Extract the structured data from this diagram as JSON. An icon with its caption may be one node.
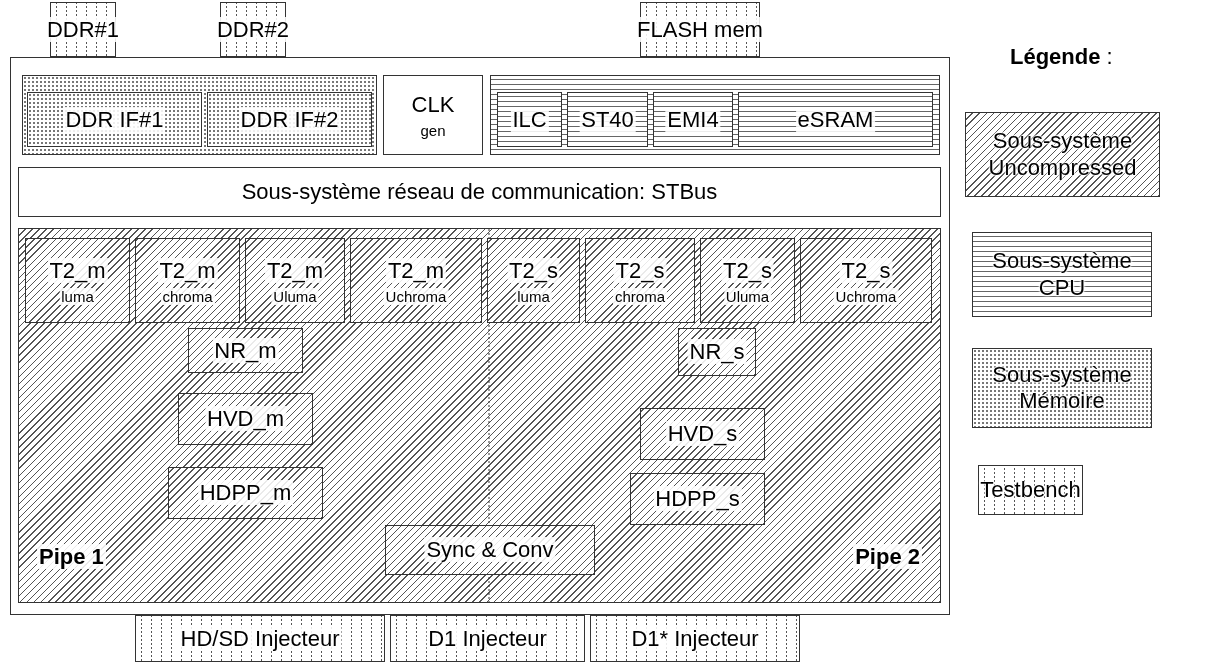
{
  "diagram": {
    "nodes": [
      {
        "text": [
          "DDR#1"
        ]
      },
      {
        "text": [
          "DDR#2"
        ]
      },
      {
        "text": [
          "FLASH mem"
        ]
      },
      {
        "text": [],
        "shape": "box"
      },
      {
        "text": [],
        "shape": "box",
        "in": 3
      },
      {
        "text": [
          "DDR IF#1"
        ],
        "in": 4
      },
      {
        "text": [
          "DDR IF#2"
        ],
        "in": 4
      },
      {
        "text": [
          "CLK",
          "gen"
        ],
        "in": 3
      },
      {
        "text": [],
        "shape": "box",
        "in": 3
      },
      {
        "text": [
          "ILC"
        ],
        "in": 8
      },
      {
        "text": [
          "ST40"
        ],
        "in": 8
      },
      {
        "text": [
          "EMI4"
        ],
        "in": 8
      },
      {
        "text": [
          "eSRAM"
        ],
        "in": 8
      },
      {
        "text": [
          "Sous-système réseau de communication: STBus"
        ],
        "in": 3
      },
      {
        "text": [
          "Pipe 1",
          "Pipe 2"
        ],
        "in": 3
      },
      {
        "text": [
          "T2_m",
          "luma"
        ],
        "in": 14
      },
      {
        "text": [
          "T2_m",
          "chroma"
        ],
        "in": 14
      },
      {
        "text": [
          "T2_m",
          "Uluma"
        ],
        "in": 14
      },
      {
        "text": [
          "T2_m",
          "Uchroma"
        ],
        "in": 14
      },
      {
        "text": [
          "T2_s",
          "luma"
        ],
        "in": 14
      },
      {
        "text": [
          "T2_s",
          "chroma"
        ],
        "in": 14
      },
      {
        "text": [
          "T2_s",
          "Uluma"
        ],
        "in": 14
      },
      {
        "text": [
          "T2_s",
          "Uchroma"
        ],
        "in": 14
      },
      {
        "text": [
          "NR_m"
        ],
        "in": 14
      },
      {
        "text": [
          "NR_s"
        ],
        "in": 14
      },
      {
        "text": [
          "HVD_m"
        ],
        "in": 14
      },
      {
        "text": [
          "HVD_s"
        ],
        "in": 14
      },
      {
        "text": [
          "HDPP_m"
        ],
        "in": 14
      },
      {
        "text": [
          "HDPP_s"
        ],
        "in": 14
      },
      {
        "text": [
          "Sync & Conv"
        ],
        "in": 14
      },
      {
        "text": [
          "HD/SD Injecteur"
        ]
      },
      {
        "text": [
          "D1 Injecteur"
        ]
      },
      {
        "text": [
          "D1* Injecteur"
        ]
      }
    ],
    "labels": [
      "**Légende** :"
    ],
    "legend": [
      {
        "text": "Sous-système Uncompressed"
      },
      {
        "text": "Sous-système CPU"
      },
      {
        "text": "Sous-système Mémoire"
      },
      {
        "text": "Testbench"
      }
    ]
  }
}
